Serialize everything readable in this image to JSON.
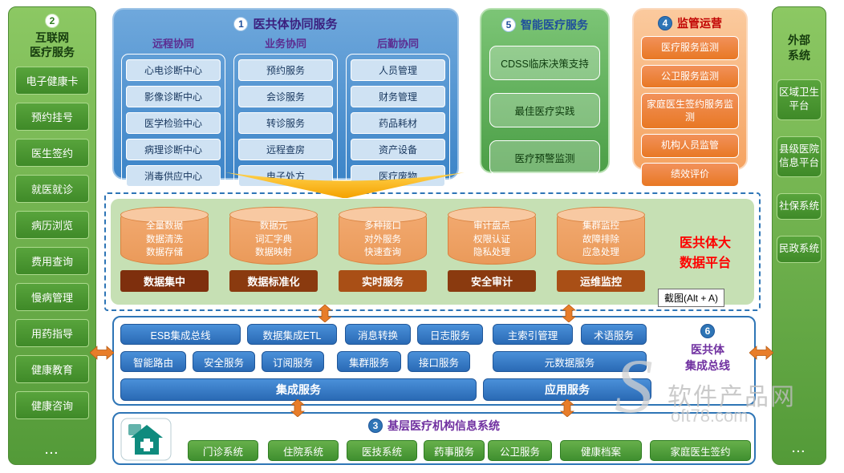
{
  "left_sidebar": {
    "badge": "2",
    "title_line1": "互联网",
    "title_line2": "医疗服务",
    "items": [
      "电子健康卡",
      "预约挂号",
      "医生签约",
      "就医就诊",
      "病历浏览",
      "费用查询",
      "慢病管理",
      "用药指导",
      "健康教育",
      "健康咨询"
    ],
    "more": "..."
  },
  "collab": {
    "badge": "1",
    "title": "医共体协同服务",
    "columns": [
      {
        "header": "远程协同",
        "items": [
          "心电诊断中心",
          "影像诊断中心",
          "医学检验中心",
          "病理诊断中心",
          "消毒供应中心"
        ]
      },
      {
        "header": "业务协同",
        "items": [
          "预约服务",
          "会诊服务",
          "转诊服务",
          "远程查房",
          "电子处方"
        ]
      },
      {
        "header": "后勤协同",
        "items": [
          "人员管理",
          "财务管理",
          "药品耗材",
          "资产设备",
          "医疗废物"
        ]
      }
    ]
  },
  "smart": {
    "badge": "5",
    "title": "智能医疗服务",
    "items": [
      "CDSS临床决策支持",
      "最佳医疗实践",
      "医疗预警监测"
    ]
  },
  "regulation": {
    "badge": "4",
    "title": "监管运营",
    "items": [
      "医疗服务监测",
      "公卫服务监测",
      "家庭医生签约服务监测",
      "机构人员监管",
      "绩效评价"
    ]
  },
  "platform": {
    "title_line1": "医共体大",
    "title_line2": "数据平台",
    "groups": [
      {
        "cyl_lines": [
          "全量数据",
          "数据清洗",
          "数据存储"
        ],
        "label": "数据集中",
        "label_color": "#7e2f0d"
      },
      {
        "cyl_lines": [
          "数据元",
          "词汇字典",
          "数据映射"
        ],
        "label": "数据标准化",
        "label_color": "#8a3a0f"
      },
      {
        "cyl_lines": [
          "多种接口",
          "对外服务",
          "快速查询"
        ],
        "label": "实时服务",
        "label_color": "#a94f16"
      },
      {
        "cyl_lines": [
          "审计盘点",
          "权限认证",
          "隐私处理"
        ],
        "label": "安全审计",
        "label_color": "#8a3a0f"
      },
      {
        "cyl_lines": [
          "集群监控",
          "故障排除",
          "应急处理"
        ],
        "label": "运维监控",
        "label_color": "#a94f16"
      }
    ]
  },
  "screenshot_tip": "截图(Alt + A)",
  "bus": {
    "badge": "6",
    "title_line1": "医共体",
    "title_line2": "集成总线",
    "row1": [
      "ESB集成总线",
      "数据集成ETL",
      "消息转换",
      "日志服务",
      "主索引管理",
      "术语服务"
    ],
    "row2": [
      "智能路由",
      "安全服务",
      "订阅服务",
      "集群服务",
      "接口服务",
      "元数据服务"
    ],
    "row3": [
      "集成服务",
      "应用服务"
    ]
  },
  "primary": {
    "badge": "3",
    "title": "基层医疗机构信息系统",
    "items": [
      "门诊系统",
      "住院系统",
      "医技系统",
      "药事服务",
      "公卫服务",
      "健康档案",
      "家庭医生签约"
    ]
  },
  "right_sidebar": {
    "title_line1": "外部",
    "title_line2": "系统",
    "items": [
      "区域卫生平台",
      "县级医院信息平台",
      "社保系统",
      "民政系统"
    ],
    "more": "..."
  },
  "watermark": {
    "initial": "S",
    "name": "软件产品网",
    "domain": "oft78.com"
  },
  "colors": {
    "accent_blue": "#2e75b6",
    "accent_green": "#54a437",
    "accent_orange": "#ed7d31",
    "platform_title_red": "#ff0000",
    "purple_title": "#7030a0"
  }
}
